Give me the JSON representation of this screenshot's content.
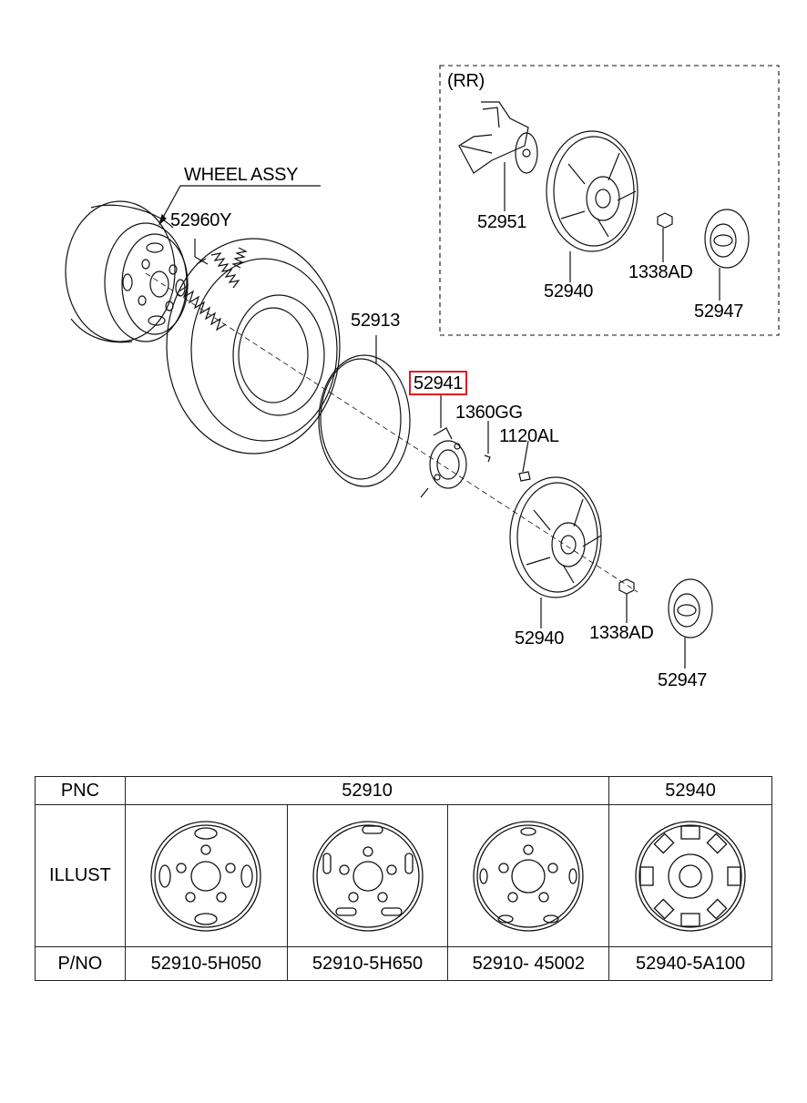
{
  "diagram": {
    "group_label": "(RR)",
    "wheel_assy_label": "WHEEL ASSY",
    "callouts": {
      "c52960y": "52960Y",
      "c52913": "52913",
      "c52941": "52941",
      "c1360gg": "1360GG",
      "c1120al": "1120AL",
      "c52940_front": "52940",
      "c1338ad_front": "1338AD",
      "c52947_front": "52947",
      "c52951": "52951",
      "c52940_rear": "52940",
      "c1338ad_rear": "1338AD",
      "c52947_rear": "52947"
    },
    "highlight_color": "#e31b23"
  },
  "table": {
    "row_labels": [
      "PNC",
      "ILLUST",
      "P/NO"
    ],
    "pnc_groups": [
      "52910",
      "52940"
    ],
    "part_numbers": [
      "52910-5H050",
      "52910-5H650",
      "52910- 45002",
      "52940-5A100"
    ]
  }
}
